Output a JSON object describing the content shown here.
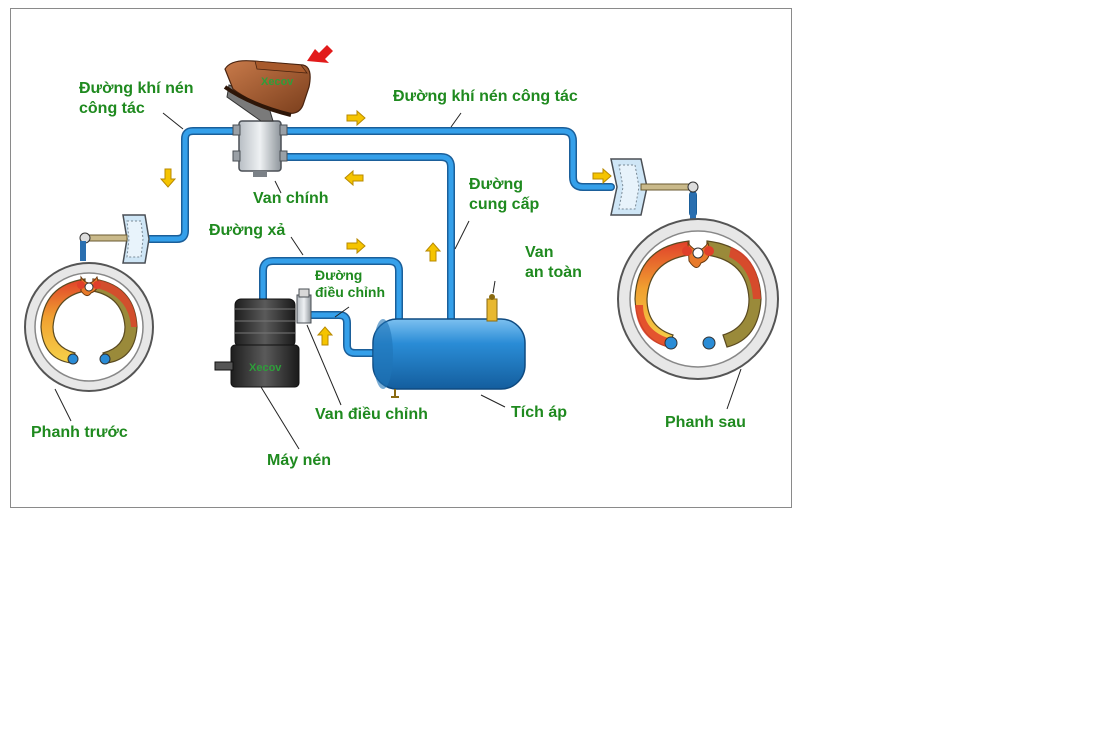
{
  "colors": {
    "pipe": "#2f8fd8",
    "pipe_outline": "#1b5f9a",
    "label": "#1f8a1f",
    "arrow": "#f5c400",
    "tank": "#2a8cd6",
    "shoe": "#9a8a3a",
    "lining_hot": "#e0402a",
    "frame": "#8a8a8a"
  },
  "labels": {
    "working_line_left_1": "Đường khí nén",
    "working_line_left_2": "công tác",
    "working_line_top": "Đường khí nén công tác",
    "main_valve": "Van chính",
    "supply_line_1": "Đường",
    "supply_line_2": "cung cấp",
    "exhaust_line": "Đường xả",
    "control_line_1": "Đường",
    "control_line_2": "điều chỉnh",
    "safety_valve_1": "Van",
    "safety_valve_2": "an toàn",
    "regulator_valve": "Van điều chỉnh",
    "reservoir": "Tích áp",
    "compressor": "Máy nén",
    "front_brake": "Phanh trước",
    "rear_brake": "Phanh sau"
  },
  "watermark": "Xecov",
  "icons": {
    "pedal": "boot-pedal-icon",
    "press_indicator": "red-arrow-icon",
    "flow_arrow": "flow-arrow-icon"
  }
}
